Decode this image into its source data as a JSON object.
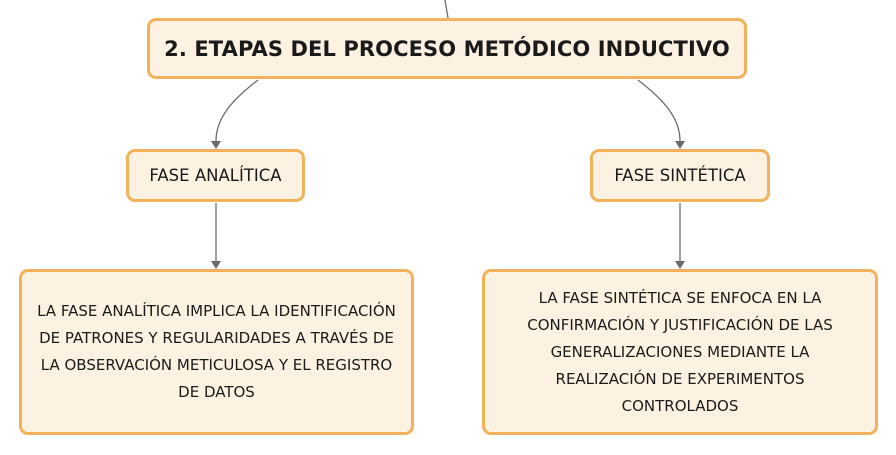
{
  "diagram": {
    "title": "2. ETAPAS DEL PROCESO METÓDICO INDUCTIVO",
    "phases": [
      {
        "label": "FASE ANALÍTICA",
        "description": "LA FASE ANALÍTICA IMPLICA LA IDENTIFICACIÓN DE PATRONES Y REGULARIDADES A TRAVÉS DE LA OBSERVACIÓN METICULOSA Y EL REGISTRO DE DATOS"
      },
      {
        "label": "FASE SINTÉTICA",
        "description": "LA FASE SINTÉTICA SE ENFOCA EN LA CONFIRMACIÓN Y JUSTIFICACIÓN DE LAS GENERALIZACIONES MEDIANTE LA REALIZACIÓN DE EXPERIMENTOS CONTROLADOS"
      }
    ]
  },
  "colors": {
    "node_fill": "#fdf1e2",
    "node_border": "#f2b25c",
    "connector": "#6b6b6b",
    "text": "#1a1a1a"
  }
}
